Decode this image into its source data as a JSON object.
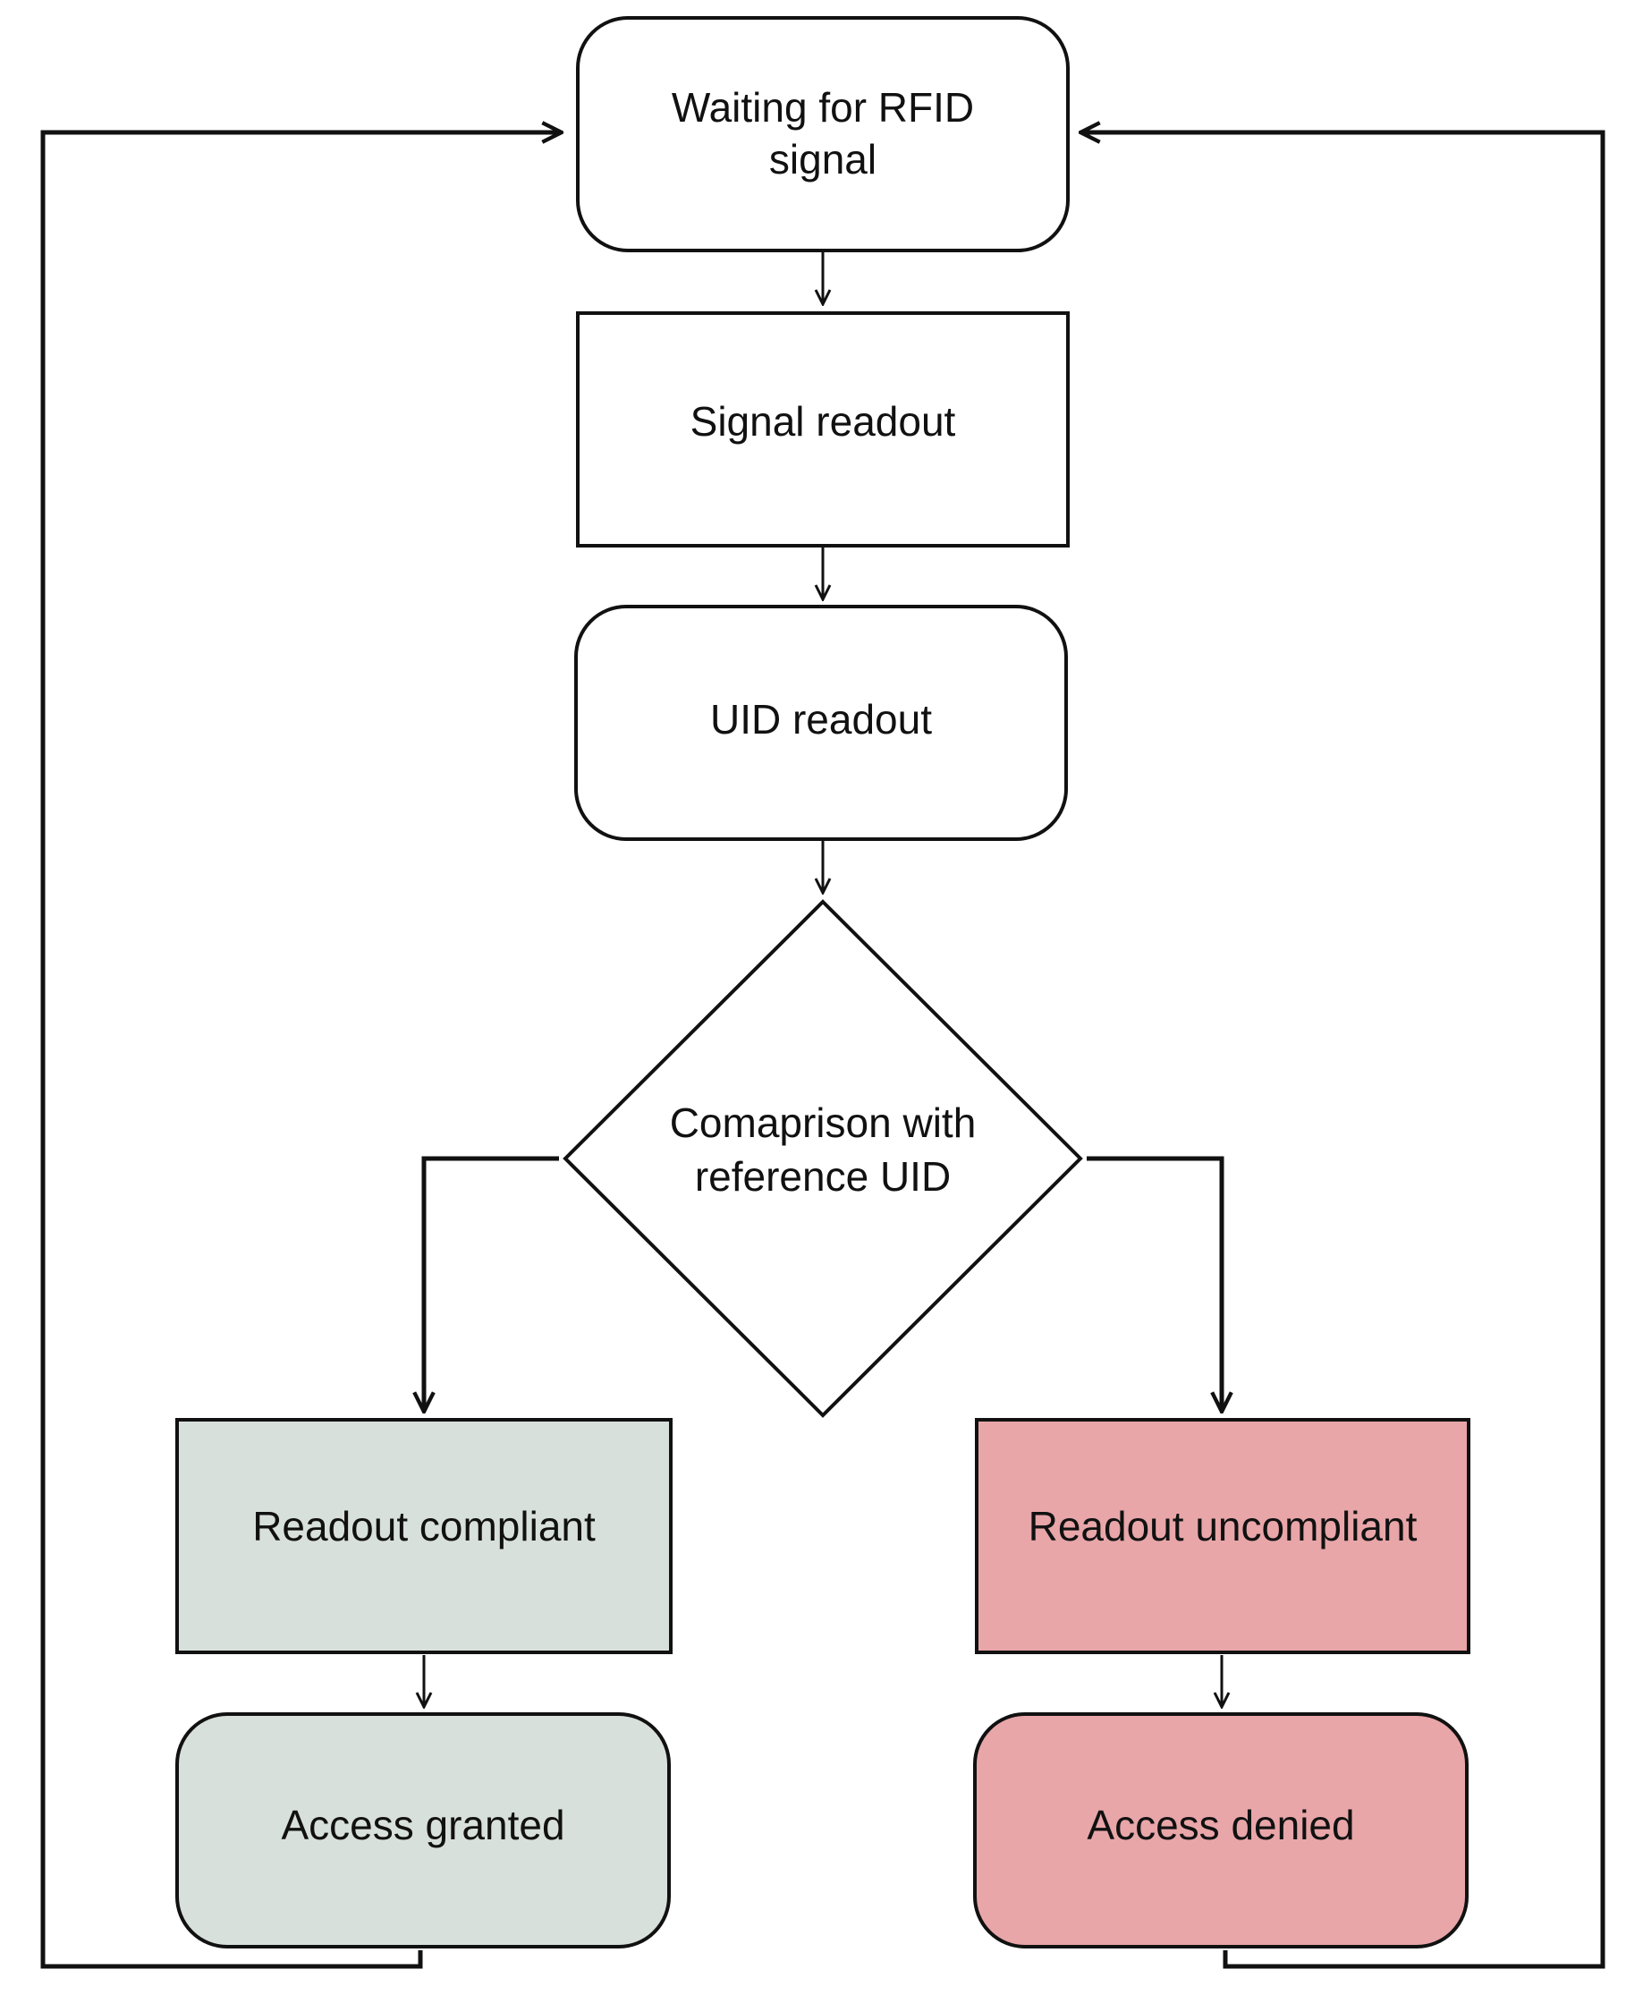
{
  "nodes": {
    "waiting": {
      "label_line1": "Waiting for RFID",
      "label_line2": "signal"
    },
    "signal_readout": {
      "label": "Signal readout"
    },
    "uid_readout": {
      "label": "UID readout"
    },
    "comparison": {
      "label_line1": "Comaprison with",
      "label_line2": "reference UID"
    },
    "compliant": {
      "label": "Readout compliant"
    },
    "uncompliant": {
      "label": "Readout uncompliant"
    },
    "granted": {
      "label": "Access granted"
    },
    "denied": {
      "label": "Access denied"
    }
  },
  "colors": {
    "default_fill": "#ffffff",
    "granted_fill": "#d8e0db",
    "denied_fill": "#e8a6a9",
    "stroke": "#111111"
  }
}
